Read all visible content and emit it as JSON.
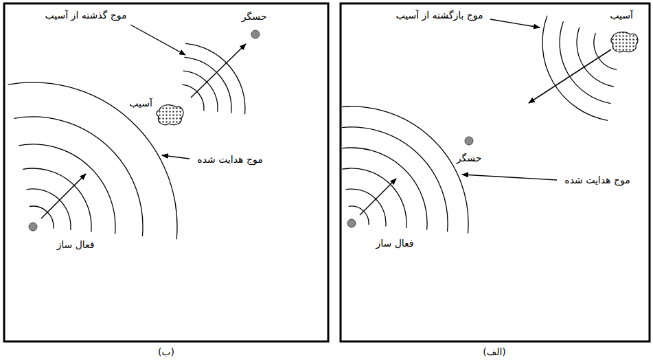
{
  "diagram": {
    "labels": [
      "موج بازگشته از آسیب",
      "آسیب",
      "حسگر",
      "موج هدایت شده",
      "فعال ساز",
      "(الف)",
      "موج گذشته از آسیب",
      "حسگر",
      "آسیب",
      "موج هدایت شده",
      "فعال ساز",
      "(ب)"
    ]
  }
}
